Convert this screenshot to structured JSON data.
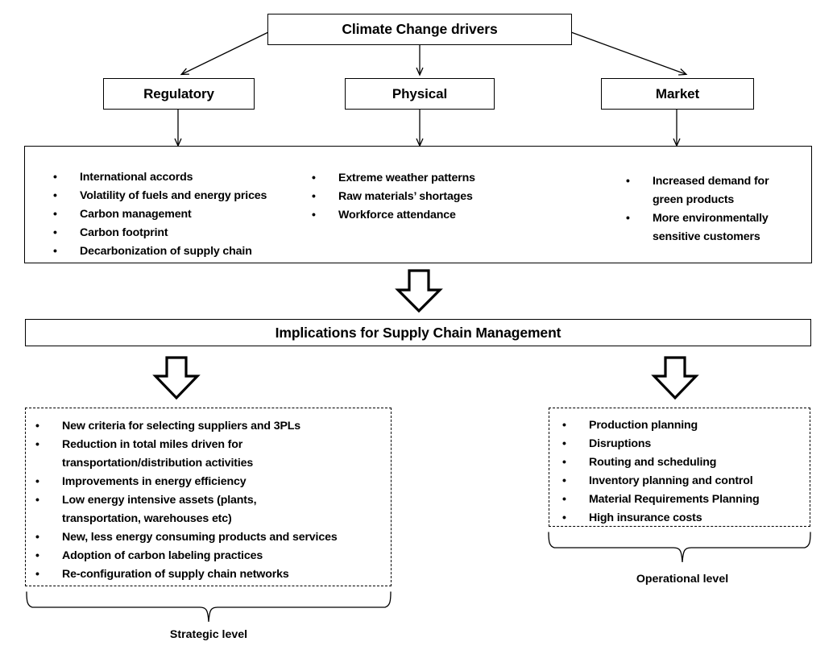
{
  "diagram": {
    "title_box": {
      "label": "Climate Change drivers"
    },
    "categories": [
      {
        "label": "Regulatory"
      },
      {
        "label": "Physical"
      },
      {
        "label": "Market"
      }
    ],
    "driver_lists": {
      "regulatory": [
        "International accords",
        "Volatility  of fuels and energy prices",
        "Carbon management",
        "Carbon footprint",
        "Decarbonization of supply chain"
      ],
      "physical": [
        "Extreme weather patterns",
        "Raw materials’ shortages",
        "Workforce attendance"
      ],
      "market": [
        "Increased demand for green products",
        "More environmentally sensitive customers"
      ]
    },
    "banner": {
      "label": "Implications for Supply Chain Management"
    },
    "strategic": {
      "items": [
        "New criteria  for selecting  suppliers  and 3PLs",
        "Reduction in total miles  driven for transportation/distribution  activities",
        "Improvements in energy efficiency",
        "Low energy intensive assets (plants, transportation, warehouses etc)",
        "New, less energy consuming products and services",
        "Adoption of carbon labeling  practices",
        "Re-configuration of supply chain networks"
      ],
      "brace_label": "Strategic level"
    },
    "operational": {
      "items": [
        "Production planning",
        "Disruptions",
        "Routing and scheduling",
        "Inventory planning and control",
        "Material Requirements  Planning",
        "High insurance costs"
      ],
      "brace_label": "Operational level"
    },
    "colors": {
      "stroke": "#000000",
      "background": "#ffffff",
      "text": "#000000"
    }
  }
}
